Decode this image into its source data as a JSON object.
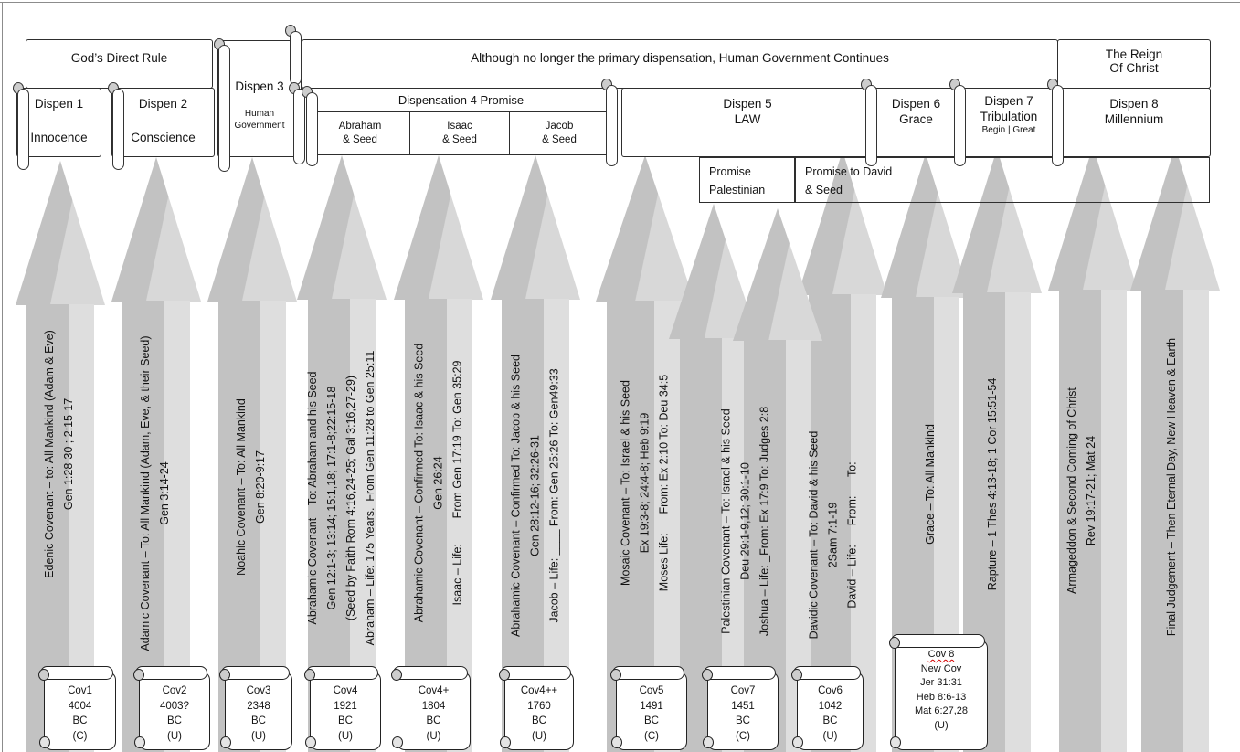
{
  "colors": {
    "arrow_gray": "#c2c2c2",
    "arrow_light": "#dedede",
    "box_border": "#2e2e2e",
    "curl_fill": "#cdcdcd",
    "squiggle_red": "#d40000"
  },
  "header": {
    "gods_direct_rule": "God’s Direct Rule",
    "human_government_continues": "Although no longer the primary dispensation, Human Government Continues",
    "reign_of_christ": [
      "The Reign",
      "Of Christ"
    ]
  },
  "dispensations": [
    {
      "num": "Dispen 1",
      "name": "Innocence"
    },
    {
      "num": "Dispen 2",
      "name": "Conscience"
    },
    {
      "num": "Dispen 3",
      "name": "Human Government"
    },
    {
      "num": "Dispensation 4 Promise",
      "subs": [
        [
          "Abraham",
          "& Seed"
        ],
        [
          "Isaac",
          "& Seed"
        ],
        [
          "Jacob",
          "& Seed"
        ]
      ]
    },
    {
      "num": "Dispen 5",
      "name": "LAW"
    },
    {
      "num": "Dispen 6",
      "name": "Grace"
    },
    {
      "num": "Dispen 7",
      "name": "Tribulation",
      "note": "Begin | Great"
    },
    {
      "num": "Dispen 8",
      "name": "Millennium"
    }
  ],
  "promises": {
    "palestinian": [
      "Promise",
      "Palestinian"
    ],
    "david": [
      "Promise to David",
      "& Seed"
    ]
  },
  "arrows": [
    {
      "lines": [
        "Edenic Covenant – to: All Mankind (Adam & Eve)",
        "Gen 1:28-30 ; 2:15-17"
      ]
    },
    {
      "lines": [
        "Adamic Covenant – To: All Mankind (Adam, Eve, & their Seed)",
        "Gen 3:14-24"
      ]
    },
    {
      "lines": [
        "Noahic Covenant – To: All Mankind",
        "Gen 8:20-9:17"
      ]
    },
    {
      "lines": [
        "Abrahamic Covenant – To: Abraham and his Seed",
        "Gen 12:1-3; 13:14; 15:1,18; 17:1-8;22:15-18",
        "(Seed by Faith Rom 4:16,24-25; Gal 3:16,27-29)",
        "Abraham – Life: 175 Years.  From Gen 11:28 to Gen 25:11"
      ]
    },
    {
      "lines": [
        "Abrahamic Covenant – Confirmed To: Isaac & his Seed",
        "Gen 26:24",
        "Isaac – Life:        From Gen 17:19 To: Gen 35:29"
      ]
    },
    {
      "lines": [
        "Abrahamic Covenant – Confirmed To: Jacob & his Seed",
        "Gen 28:12-16; 32:26-31",
        "Jacob – Life: ____ From: Gen 25:26 To: Gen49:33"
      ]
    },
    {
      "lines": [
        "Mosaic Covenant – To: Israel & his Seed",
        "Ex 19:3-8; 24:4-8; Heb 9:19",
        "Moses Life:      From: Ex 2:10 To: Deu 34:5"
      ]
    },
    {
      "lines": [
        "Palestinian Covenant – To: Israel & his Seed",
        "Deu 29:1-9,12; 30:1-10",
        "Joshua – Life: _From: Ex 17:9 To: Judges 2:8"
      ]
    },
    {
      "lines": []
    },
    {
      "lines": [
        "Davidic Covenant – To: David & his Seed",
        "2Sam 7:1-19",
        "David – Life:      From:      To:"
      ]
    },
    {
      "lines": [
        "Grace – To: All Mankind"
      ]
    },
    {
      "lines": [
        "Rapture – 1 Thes 4:13-18; 1 Cor 15:51-54"
      ]
    },
    {
      "lines": [
        "Armageddon & Second Coming of Christ",
        "Rev 19:17-21; Mat 24"
      ]
    },
    {
      "lines": [
        "Final Judgement – Then Eternal Day, New Heaven & Earth"
      ]
    }
  ],
  "scrolls": [
    {
      "lines": [
        "Cov1",
        "4004",
        "BC",
        "(C)"
      ]
    },
    {
      "lines": [
        "Cov2",
        "4003?",
        "BC",
        "(U)"
      ]
    },
    {
      "lines": [
        "Cov3",
        "2348",
        "BC",
        "(U)"
      ]
    },
    {
      "lines": [
        "Cov4",
        "1921",
        "BC",
        "(U)"
      ]
    },
    {
      "lines": [
        "Cov4+",
        "1804",
        "BC",
        "(U)"
      ]
    },
    {
      "lines": [
        "Cov4++",
        "1760",
        "BC",
        "(U)"
      ]
    },
    {
      "lines": [
        "Cov5",
        "1491",
        "BC",
        "(C)"
      ]
    },
    {
      "lines": [
        "Cov7",
        "1451",
        "BC",
        "(C)"
      ]
    },
    {
      "lines": [
        "Cov6",
        "1042",
        "BC",
        "(U)"
      ]
    },
    {
      "lines": [
        "Cov 8",
        "New Cov",
        "Jer 31:31",
        "Heb 8:6-13",
        "Mat 6:27,28",
        "(U)"
      ]
    }
  ]
}
